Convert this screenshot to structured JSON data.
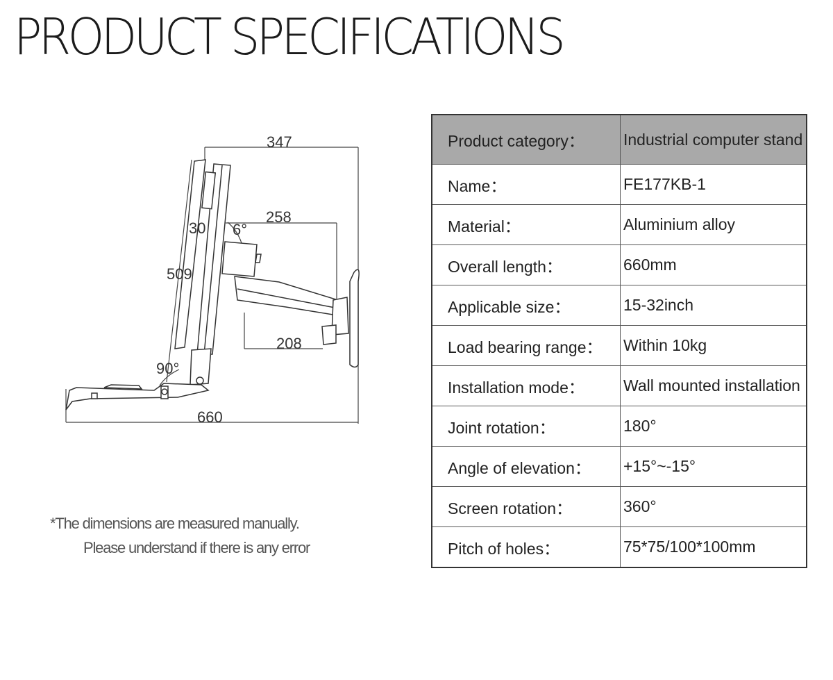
{
  "title": "PRODUCT SPECIFICATIONS",
  "diagram": {
    "dim_347": "347",
    "dim_258": "258",
    "dim_30": "30",
    "dim_6deg": "6°",
    "dim_509": "509",
    "dim_208": "208",
    "dim_90deg": "90°",
    "dim_660": "660"
  },
  "note": {
    "line1": "*The dimensions are measured manually.",
    "line2": "Please understand if there is any error"
  },
  "specs": {
    "header": {
      "label": "Product category：",
      "value": "Industrial computer stand"
    },
    "rows": [
      {
        "label": "Name：",
        "value": "FE177KB-1"
      },
      {
        "label": "Material：",
        "value": "Aluminium alloy"
      },
      {
        "label": "Overall length：",
        "value": "660mm"
      },
      {
        "label": "Applicable size：",
        "value": "15-32inch"
      },
      {
        "label": "Load bearing range：",
        "value": "Within 10kg"
      },
      {
        "label": "Installation mode：",
        "value": "Wall mounted installation"
      },
      {
        "label": "Joint rotation：",
        "value": "180°"
      },
      {
        "label": "Angle of elevation：",
        "value": "+15°~-15°"
      },
      {
        "label": "Screen rotation：",
        "value": "360°"
      },
      {
        "label": "Pitch of holes：",
        "value": "75*75/100*100mm"
      }
    ]
  }
}
